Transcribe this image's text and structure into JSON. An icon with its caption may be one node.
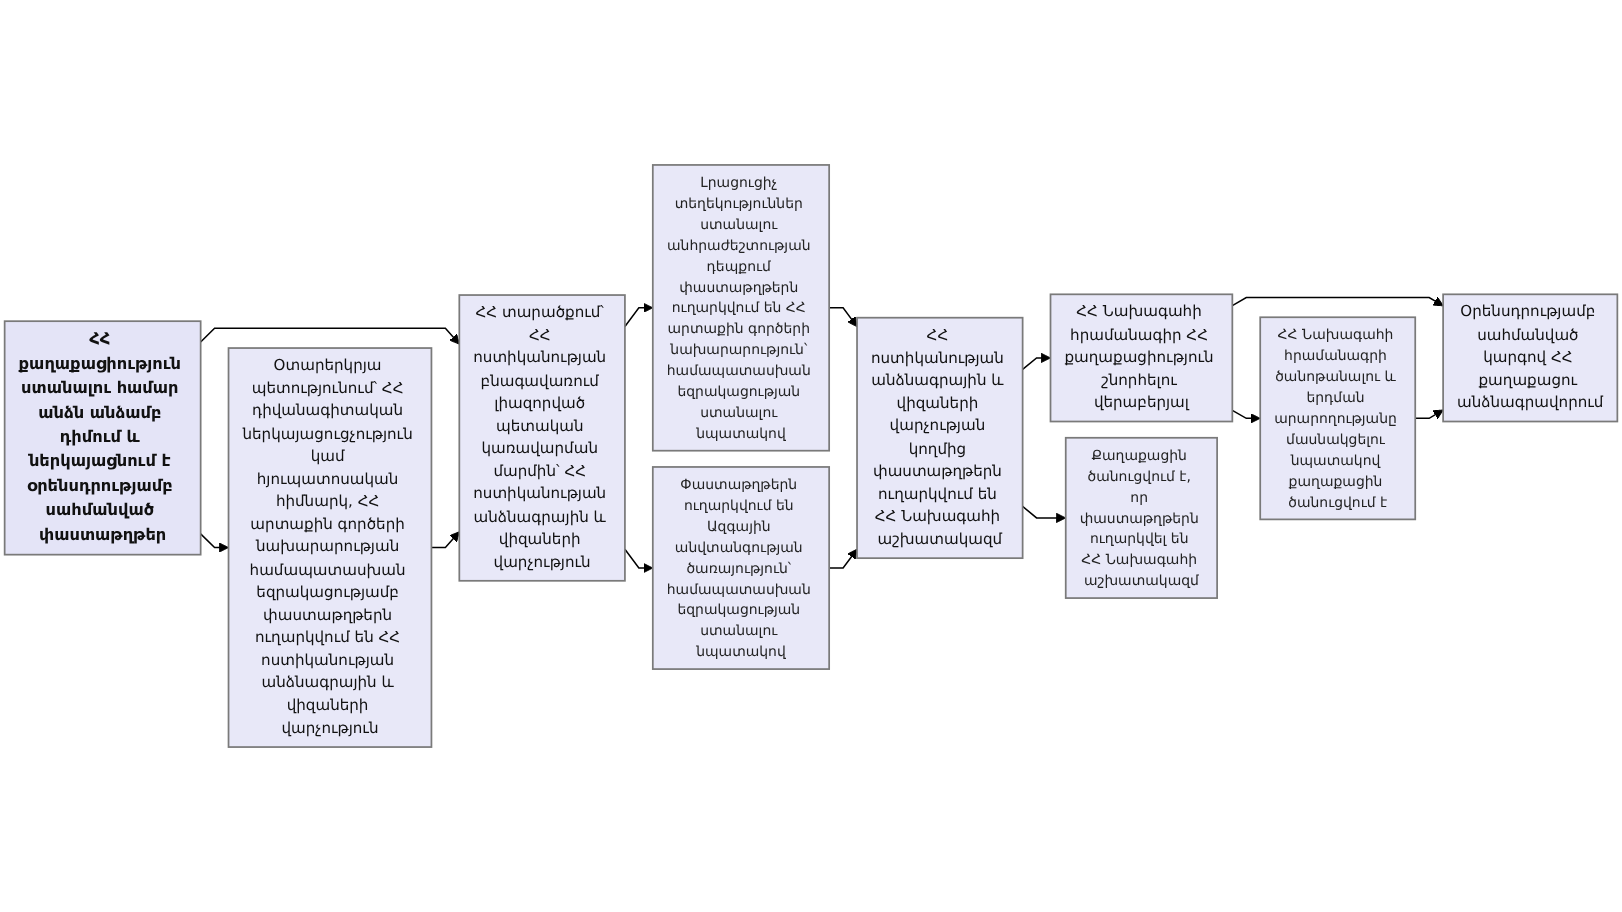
{
  "diagram": {
    "nodes": [
      {
        "text": [
          "ՀՀ քաղաքացիություն ստանալու համար անձն անձամբ դիմում և ներկայացնում է օրենսդրությամբ սահմանված փաստաթղթեր"
        ]
      },
      {
        "text": [
          "Օտարերկրյա պետությունում՝ ՀՀ դիվանագիտական ներկայացուցչություն կամ հյուպատոսական հիմնարկ, ՀՀ արտաքին գործերի նախարարության համապատասխան եզրակացությամբ փաստաթղթերն ուղարկվում են ՀՀ ոստիկանության անձնագրային և վիզաների վարչություն"
        ]
      },
      {
        "text": [
          "ՀՀ տարածքում՝ ՀՀ ոստիկանության բնագավառում լիազորված պետական կառավարման մարմին՝ ՀՀ ոստիկանության անձնագրային և վիզաների վարչություն"
        ]
      },
      {
        "text": [
          "Լրացուցիչ տեղեկություններ ստանալու անհրաժեշտության դեպքում փաստաթղթերն ուղարկվում են ՀՀ արտաքին գործերի նախարարություն՝ համապատասխան եզրակացության ստանալու նպատակով"
        ]
      },
      {
        "text": [
          "Փաստաթղթերն ուղարկվում են Ազգային անվտանգության ծառայություն՝ համապատասխան եզրակացության ստանալու նպատակով"
        ]
      },
      {
        "text": [
          "ՀՀ ոստիկանության անձնագրային և վիզաների վարչության կողմից փաստաթղթերն ուղարկվում են ՀՀ Նախագահի աշխատակազմ"
        ]
      },
      {
        "text": [
          "ՀՀ Նախագահի հրամանագիր ՀՀ քաղաքացիություն շնորհելու վերաբերյալ"
        ]
      },
      {
        "text": [
          "Քաղաքացին ծանուցվում է, որ փաստաթղթերն ուղարկվել են ՀՀ Նախագահի աշխատակազմ"
        ]
      },
      {
        "text": [
          "ՀՀ Նախագահի հրամանագրի ծանոթանալու և երդման արարողությանը մասնակցելու նպատակով քաղաքացին ծանուցվում է"
        ]
      },
      {
        "text": [
          "Օրենսդրությամբ սահմանված կարգով ՀՀ քաղաքացու անձնագրավորում"
        ]
      }
    ],
    "edges": [
      {
        "from": 0,
        "to": 1,
        "arrow": "to"
      },
      {
        "from": 0,
        "to": 2,
        "arrow": "to"
      },
      {
        "from": 1,
        "to": 2,
        "arrow": "to"
      },
      {
        "from": 2,
        "to": 3,
        "arrow": "to"
      },
      {
        "from": 2,
        "to": 4,
        "arrow": "to"
      },
      {
        "from": 3,
        "to": 5,
        "arrow": "to"
      },
      {
        "from": 4,
        "to": 5,
        "arrow": "to"
      },
      {
        "from": 5,
        "to": 6,
        "arrow": "to"
      },
      {
        "from": 5,
        "to": 7,
        "arrow": "to"
      },
      {
        "from": 6,
        "to": 8,
        "arrow": "to"
      },
      {
        "from": 6,
        "to": 9,
        "arrow": "to"
      },
      {
        "from": 8,
        "to": 9,
        "arrow": "to"
      }
    ]
  }
}
